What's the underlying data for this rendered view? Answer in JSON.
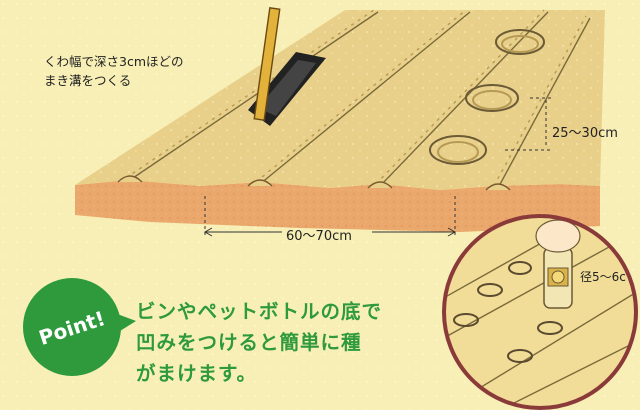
{
  "top_note": [
    "くわ幅で深さ3cmほどの",
    "まき溝をつくる"
  ],
  "width_label": "60〜70cm",
  "height_label": "25〜30cm",
  "diameter_label": "径5〜6c",
  "point_badge": "Point!",
  "tip_lines": [
    "ビンやペットボトルの底で",
    "凹みをつけると簡単に種",
    "がまけます。"
  ],
  "colors": {
    "background": "#f7efb6",
    "field": "#e9cf84",
    "soil": "#e9a76a",
    "badge": "#2e9a3c",
    "tip_text": "#2e9a3c",
    "circle_border": "#8b3a3a"
  }
}
